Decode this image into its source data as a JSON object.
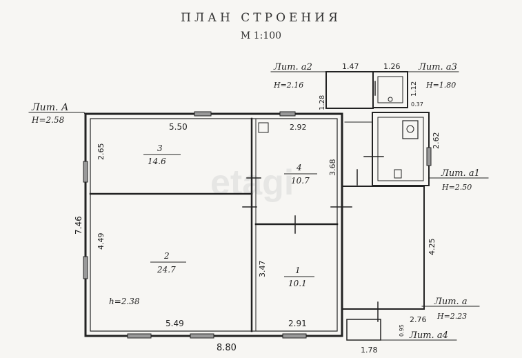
{
  "title": "ПЛАН СТРОЕНИЯ",
  "scale": "М 1:100",
  "watermark": "etagi",
  "liter_labels": [
    {
      "name": "Лит. А",
      "height": "Н=2.58"
    },
    {
      "name": "Лит. а2",
      "height": "Н=2.16"
    },
    {
      "name": "Лит. а3",
      "height": "Н=1.80"
    },
    {
      "name": "Лит. а1",
      "height": "Н=2.50"
    },
    {
      "name": "Лит. а",
      "height": "Н=2.23"
    },
    {
      "name": "Лит. а4",
      "height": ""
    }
  ],
  "rooms": [
    {
      "number": "3",
      "area": "14.6"
    },
    {
      "number": "4",
      "area": "10.7"
    },
    {
      "number": "2",
      "area": "24.7"
    },
    {
      "number": "1",
      "area": "10.1"
    }
  ],
  "room_height_note": "h=2.38",
  "dimensions": {
    "top_left": "5.50",
    "top_right": "2.92",
    "left_top": "2.65",
    "left_total": "7.46",
    "left_mid": "4.49",
    "mid_vertical_top": "3.68",
    "mid_vertical_bottom": "3.47",
    "bottom_left": "5.49",
    "bottom_right": "2.91",
    "overall_width": "8.80",
    "a2_width": "1.47",
    "a3_width": "1.26",
    "a2_height": "1.28",
    "a3_height": "1.12",
    "a3_small": "0.37",
    "a1_height": "2.62",
    "a_height": "4.25",
    "a_bottom": "2.76",
    "a4_width": "1.78",
    "a4_height": "0.95"
  }
}
